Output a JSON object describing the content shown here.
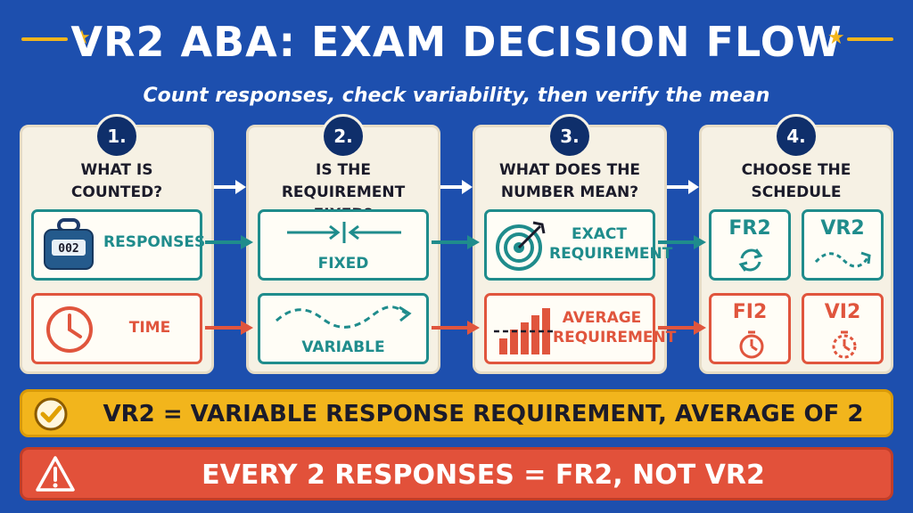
{
  "title": "VR2 ABA: EXAM DECISION FLOW",
  "subtitle": "Count responses, check variability, then verify the mean",
  "colors": {
    "background": "#1d4fae",
    "panel": "#f6f1e4",
    "teal": "#1f8c8c",
    "red": "#e0553d",
    "gold": "#f2b51c",
    "navy": "#0f2f6b"
  },
  "steps": [
    {
      "number": "1.",
      "question_lines": [
        "WHAT IS",
        "COUNTED?"
      ],
      "option_top": "RESPONSES",
      "option_bottom": "TIME"
    },
    {
      "number": "2.",
      "question_lines": [
        "IS THE",
        "REQUIREMENT FIXED?"
      ],
      "option_top": "FIXED",
      "option_bottom": "VARIABLE"
    },
    {
      "number": "3.",
      "question_lines": [
        "WHAT DOES THE",
        "NUMBER MEAN?"
      ],
      "option_top_lines": [
        "EXACT",
        "REQUIREMENT"
      ],
      "option_bottom_lines": [
        "AVERAGE",
        "REQUIREMENT"
      ]
    },
    {
      "number": "4.",
      "question_lines": [
        "CHOOSE THE",
        "SCHEDULE"
      ],
      "schedules": [
        "FR2",
        "VR2",
        "FI2",
        "VI2"
      ]
    }
  ],
  "counter_display": "002",
  "icons": [
    "star-icon",
    "counter-icon",
    "clock-icon",
    "fixed-arrows-icon",
    "wavy-arrow-icon",
    "target-icon",
    "bar-chart-icon",
    "cycle-icon",
    "stopwatch-icon",
    "dotted-clock-icon",
    "check-icon",
    "warning-icon"
  ],
  "callout_correct": "VR2 = VARIABLE RESPONSE REQUIREMENT, AVERAGE OF 2",
  "callout_warning": "EVERY 2 RESPONSES = FR2, NOT VR2"
}
